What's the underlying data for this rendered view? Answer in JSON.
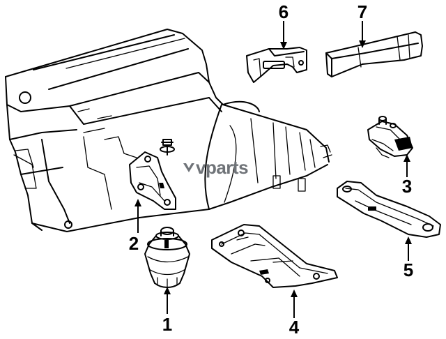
{
  "watermark": {
    "mark": "V",
    "text": "vparts"
  },
  "callouts": [
    {
      "id": "1",
      "label": "1"
    },
    {
      "id": "2",
      "label": "2"
    },
    {
      "id": "3",
      "label": "3"
    },
    {
      "id": "4",
      "label": "4"
    },
    {
      "id": "5",
      "label": "5"
    },
    {
      "id": "6",
      "label": "6"
    },
    {
      "id": "7",
      "label": "7"
    }
  ]
}
